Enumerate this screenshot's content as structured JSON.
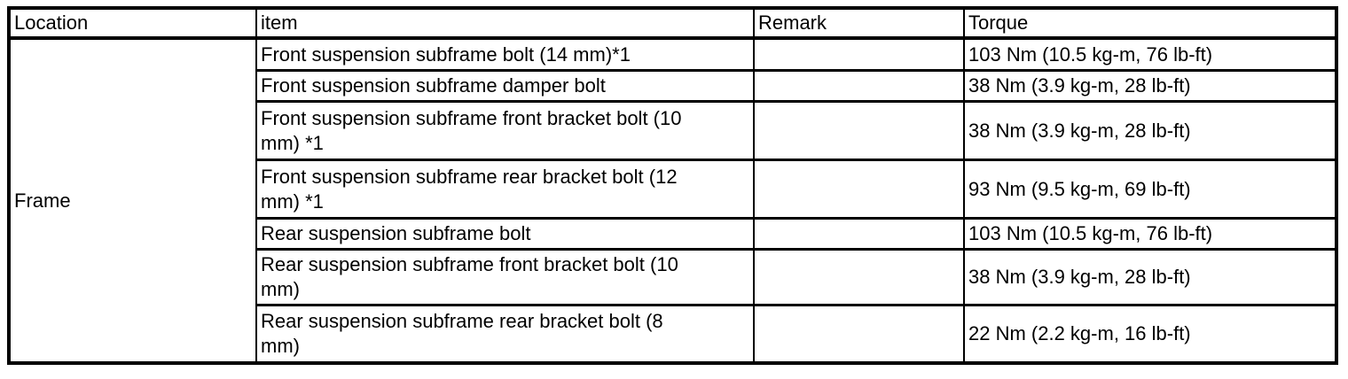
{
  "page": {
    "background": "#ffffff",
    "text_color": "#000000",
    "border_color": "#000000"
  },
  "table": {
    "headers": {
      "location": "Location",
      "item": "item",
      "remark": "Remark",
      "torque": "Torque"
    },
    "location_group": "Frame",
    "rows": [
      {
        "item": "Front suspension subframe bolt (14 mm)*1",
        "remark": "",
        "torque": "103 Nm (10.5 kg-m, 76 lb-ft)"
      },
      {
        "item": "Front suspension subframe damper bolt",
        "remark": "",
        "torque": "38 Nm (3.9 kg-m, 28 lb-ft)"
      },
      {
        "item": "Front suspension subframe front bracket bolt (10 mm) *1",
        "remark": "",
        "torque": "38 Nm (3.9 kg-m, 28 lb-ft)"
      },
      {
        "item": "Front suspension subframe rear bracket bolt (12 mm) *1",
        "remark": "",
        "torque": "93 Nm (9.5 kg-m, 69 lb-ft)"
      },
      {
        "item": "Rear suspension subframe bolt",
        "remark": "",
        "torque": "103 Nm (10.5 kg-m, 76 lb-ft)"
      },
      {
        "item": "Rear suspension subframe front bracket bolt (10 mm)",
        "remark": "",
        "torque": "38 Nm (3.9 kg-m, 28 lb-ft)"
      },
      {
        "item": "Rear suspension subframe rear bracket bolt (8 mm)",
        "remark": "",
        "torque": "22 Nm (2.2 kg-m, 16 lb-ft)"
      }
    ]
  }
}
